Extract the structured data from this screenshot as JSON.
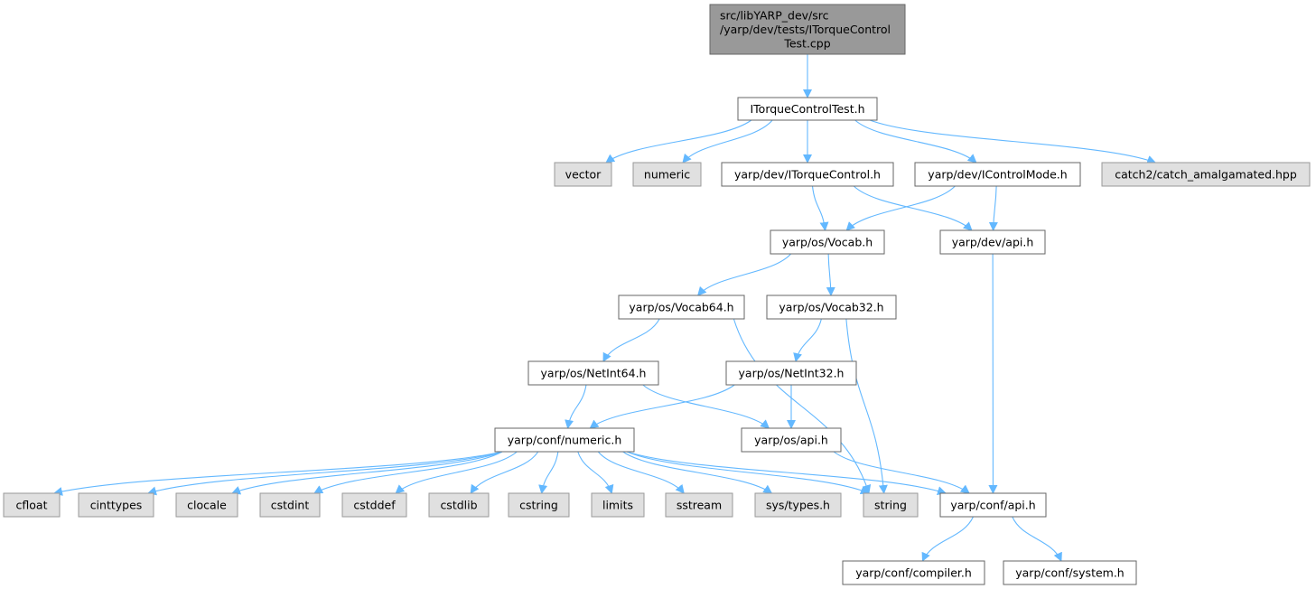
{
  "title": "Include dependency graph for ITorqueControlTest.cpp",
  "colors": {
    "edge": "#63b8ff",
    "root_fill": "#999999",
    "external_fill": "#e0e0e0",
    "internal_fill": "#ffffff",
    "border": "#666666"
  },
  "nodes": [
    {
      "id": "root",
      "label": [
        "src/libYARP_dev/src",
        "/yarp/dev/tests/ITorqueControl",
        "Test.cpp"
      ],
      "kind": "root"
    },
    {
      "id": "itc_test_h",
      "label": [
        "ITorqueControlTest.h"
      ],
      "kind": "internal"
    },
    {
      "id": "vector",
      "label": [
        "vector"
      ],
      "kind": "external"
    },
    {
      "id": "numeric",
      "label": [
        "numeric"
      ],
      "kind": "external"
    },
    {
      "id": "itorquecontrol_h",
      "label": [
        "yarp/dev/ITorqueControl.h"
      ],
      "kind": "internal"
    },
    {
      "id": "icontrolmode_h",
      "label": [
        "yarp/dev/IControlMode.h"
      ],
      "kind": "internal"
    },
    {
      "id": "catch2",
      "label": [
        "catch2/catch_amalgamated.hpp"
      ],
      "kind": "external"
    },
    {
      "id": "vocab_h",
      "label": [
        "yarp/os/Vocab.h"
      ],
      "kind": "internal"
    },
    {
      "id": "dev_api_h",
      "label": [
        "yarp/dev/api.h"
      ],
      "kind": "internal"
    },
    {
      "id": "vocab64_h",
      "label": [
        "yarp/os/Vocab64.h"
      ],
      "kind": "internal"
    },
    {
      "id": "vocab32_h",
      "label": [
        "yarp/os/Vocab32.h"
      ],
      "kind": "internal"
    },
    {
      "id": "netint64_h",
      "label": [
        "yarp/os/NetInt64.h"
      ],
      "kind": "internal"
    },
    {
      "id": "netint32_h",
      "label": [
        "yarp/os/NetInt32.h"
      ],
      "kind": "internal"
    },
    {
      "id": "conf_numeric_h",
      "label": [
        "yarp/conf/numeric.h"
      ],
      "kind": "internal"
    },
    {
      "id": "os_api_h",
      "label": [
        "yarp/os/api.h"
      ],
      "kind": "internal"
    },
    {
      "id": "cfloat",
      "label": [
        "cfloat"
      ],
      "kind": "external"
    },
    {
      "id": "cinttypes",
      "label": [
        "cinttypes"
      ],
      "kind": "external"
    },
    {
      "id": "clocale",
      "label": [
        "clocale"
      ],
      "kind": "external"
    },
    {
      "id": "cstdint",
      "label": [
        "cstdint"
      ],
      "kind": "external"
    },
    {
      "id": "cstddef",
      "label": [
        "cstddef"
      ],
      "kind": "external"
    },
    {
      "id": "cstdlib",
      "label": [
        "cstdlib"
      ],
      "kind": "external"
    },
    {
      "id": "cstring",
      "label": [
        "cstring"
      ],
      "kind": "external"
    },
    {
      "id": "limits",
      "label": [
        "limits"
      ],
      "kind": "external"
    },
    {
      "id": "sstream",
      "label": [
        "sstream"
      ],
      "kind": "external"
    },
    {
      "id": "sys_types_h",
      "label": [
        "sys/types.h"
      ],
      "kind": "external"
    },
    {
      "id": "string",
      "label": [
        "string"
      ],
      "kind": "external"
    },
    {
      "id": "conf_api_h",
      "label": [
        "yarp/conf/api.h"
      ],
      "kind": "internal"
    },
    {
      "id": "compiler_h",
      "label": [
        "yarp/conf/compiler.h"
      ],
      "kind": "internal"
    },
    {
      "id": "system_h",
      "label": [
        "yarp/conf/system.h"
      ],
      "kind": "internal"
    }
  ],
  "edges": [
    [
      "root",
      "itc_test_h"
    ],
    [
      "itc_test_h",
      "vector"
    ],
    [
      "itc_test_h",
      "numeric"
    ],
    [
      "itc_test_h",
      "itorquecontrol_h"
    ],
    [
      "itc_test_h",
      "icontrolmode_h"
    ],
    [
      "itc_test_h",
      "catch2"
    ],
    [
      "itorquecontrol_h",
      "vocab_h"
    ],
    [
      "itorquecontrol_h",
      "dev_api_h"
    ],
    [
      "icontrolmode_h",
      "vocab_h"
    ],
    [
      "icontrolmode_h",
      "dev_api_h"
    ],
    [
      "dev_api_h",
      "conf_api_h"
    ],
    [
      "vocab_h",
      "vocab64_h"
    ],
    [
      "vocab_h",
      "vocab32_h"
    ],
    [
      "vocab64_h",
      "netint64_h"
    ],
    [
      "vocab64_h",
      "string"
    ],
    [
      "vocab32_h",
      "netint32_h"
    ],
    [
      "vocab32_h",
      "string"
    ],
    [
      "netint64_h",
      "conf_numeric_h"
    ],
    [
      "netint64_h",
      "os_api_h"
    ],
    [
      "netint32_h",
      "conf_numeric_h"
    ],
    [
      "netint32_h",
      "os_api_h"
    ],
    [
      "os_api_h",
      "conf_api_h"
    ],
    [
      "conf_numeric_h",
      "cfloat"
    ],
    [
      "conf_numeric_h",
      "cinttypes"
    ],
    [
      "conf_numeric_h",
      "clocale"
    ],
    [
      "conf_numeric_h",
      "cstdint"
    ],
    [
      "conf_numeric_h",
      "cstddef"
    ],
    [
      "conf_numeric_h",
      "cstdlib"
    ],
    [
      "conf_numeric_h",
      "cstring"
    ],
    [
      "conf_numeric_h",
      "limits"
    ],
    [
      "conf_numeric_h",
      "sstream"
    ],
    [
      "conf_numeric_h",
      "sys_types_h"
    ],
    [
      "conf_numeric_h",
      "string"
    ],
    [
      "conf_numeric_h",
      "conf_api_h"
    ],
    [
      "conf_api_h",
      "compiler_h"
    ],
    [
      "conf_api_h",
      "system_h"
    ]
  ]
}
